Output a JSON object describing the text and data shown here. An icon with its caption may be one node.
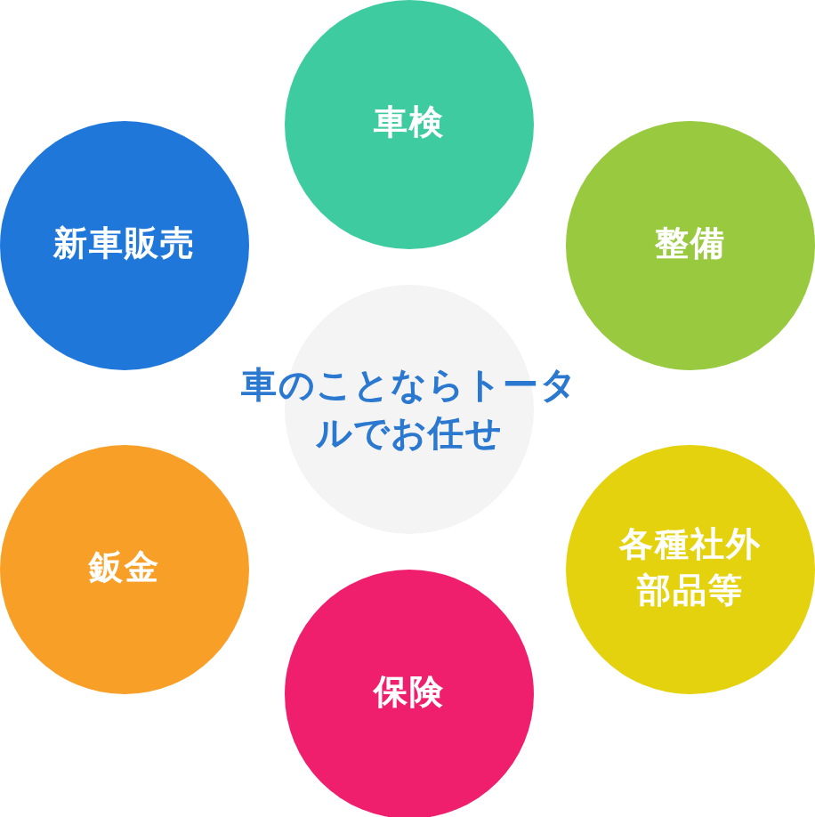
{
  "diagram": {
    "nodes": [
      {
        "text": [
          "車のことならトータルでお任せ"
        ]
      },
      {
        "text": [
          "車検"
        ]
      },
      {
        "text": [
          "整備"
        ]
      },
      {
        "text": [
          "各種社外部品等"
        ]
      },
      {
        "text": [
          "保険"
        ]
      },
      {
        "text": [
          "鈑金"
        ]
      },
      {
        "text": [
          "新車販売"
        ]
      }
    ]
  }
}
